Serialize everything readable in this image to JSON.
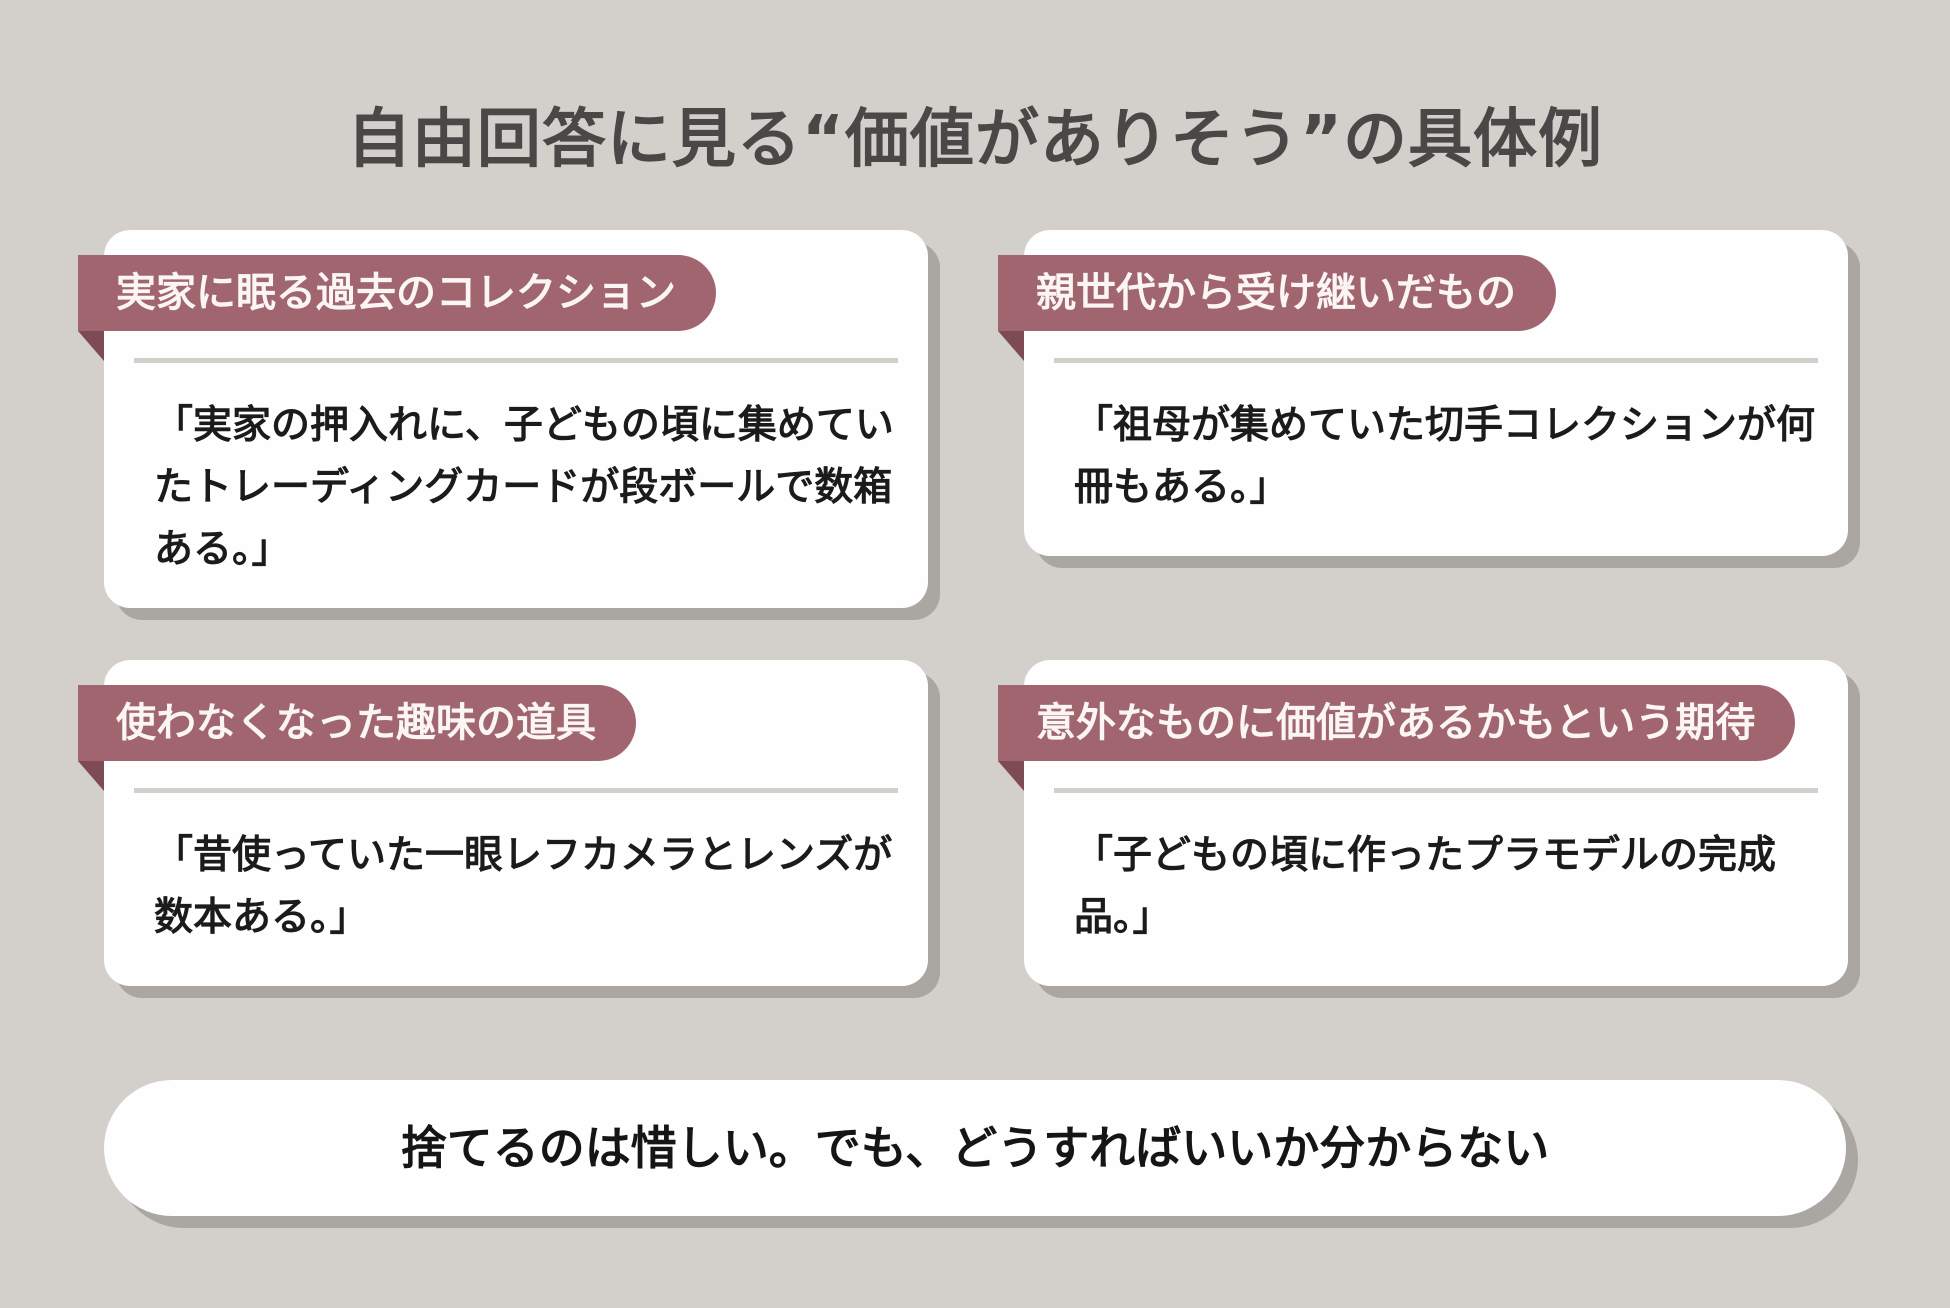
{
  "title": "自由回答に見る“価値がありそう”の具体例",
  "cards": [
    {
      "label": "実家に眠る過去のコレクション",
      "quote": "「実家の押入れに、子どもの頃に集めていたトレーディングカードが段ボールで数箱ある。」"
    },
    {
      "label": "親世代から受け継いだもの",
      "quote": "「祖母が集めていた切手コレクションが何冊もある。」"
    },
    {
      "label": "使わなくなった趣味の道具",
      "quote": "「昔使っていた一眼レフカメラとレンズが数本ある。」"
    },
    {
      "label": "意外なものに価値があるかもという期待",
      "quote": "「子どもの頃に作ったプラモデルの完成品。」"
    }
  ],
  "conclusion": "捨てるのは惜しい。でも、どうすればいいか分からない",
  "colors": {
    "background": "#d3cfcb",
    "ribbon": "#a0656f",
    "card": "#fefefe",
    "shadow": "#aaa6a1"
  }
}
